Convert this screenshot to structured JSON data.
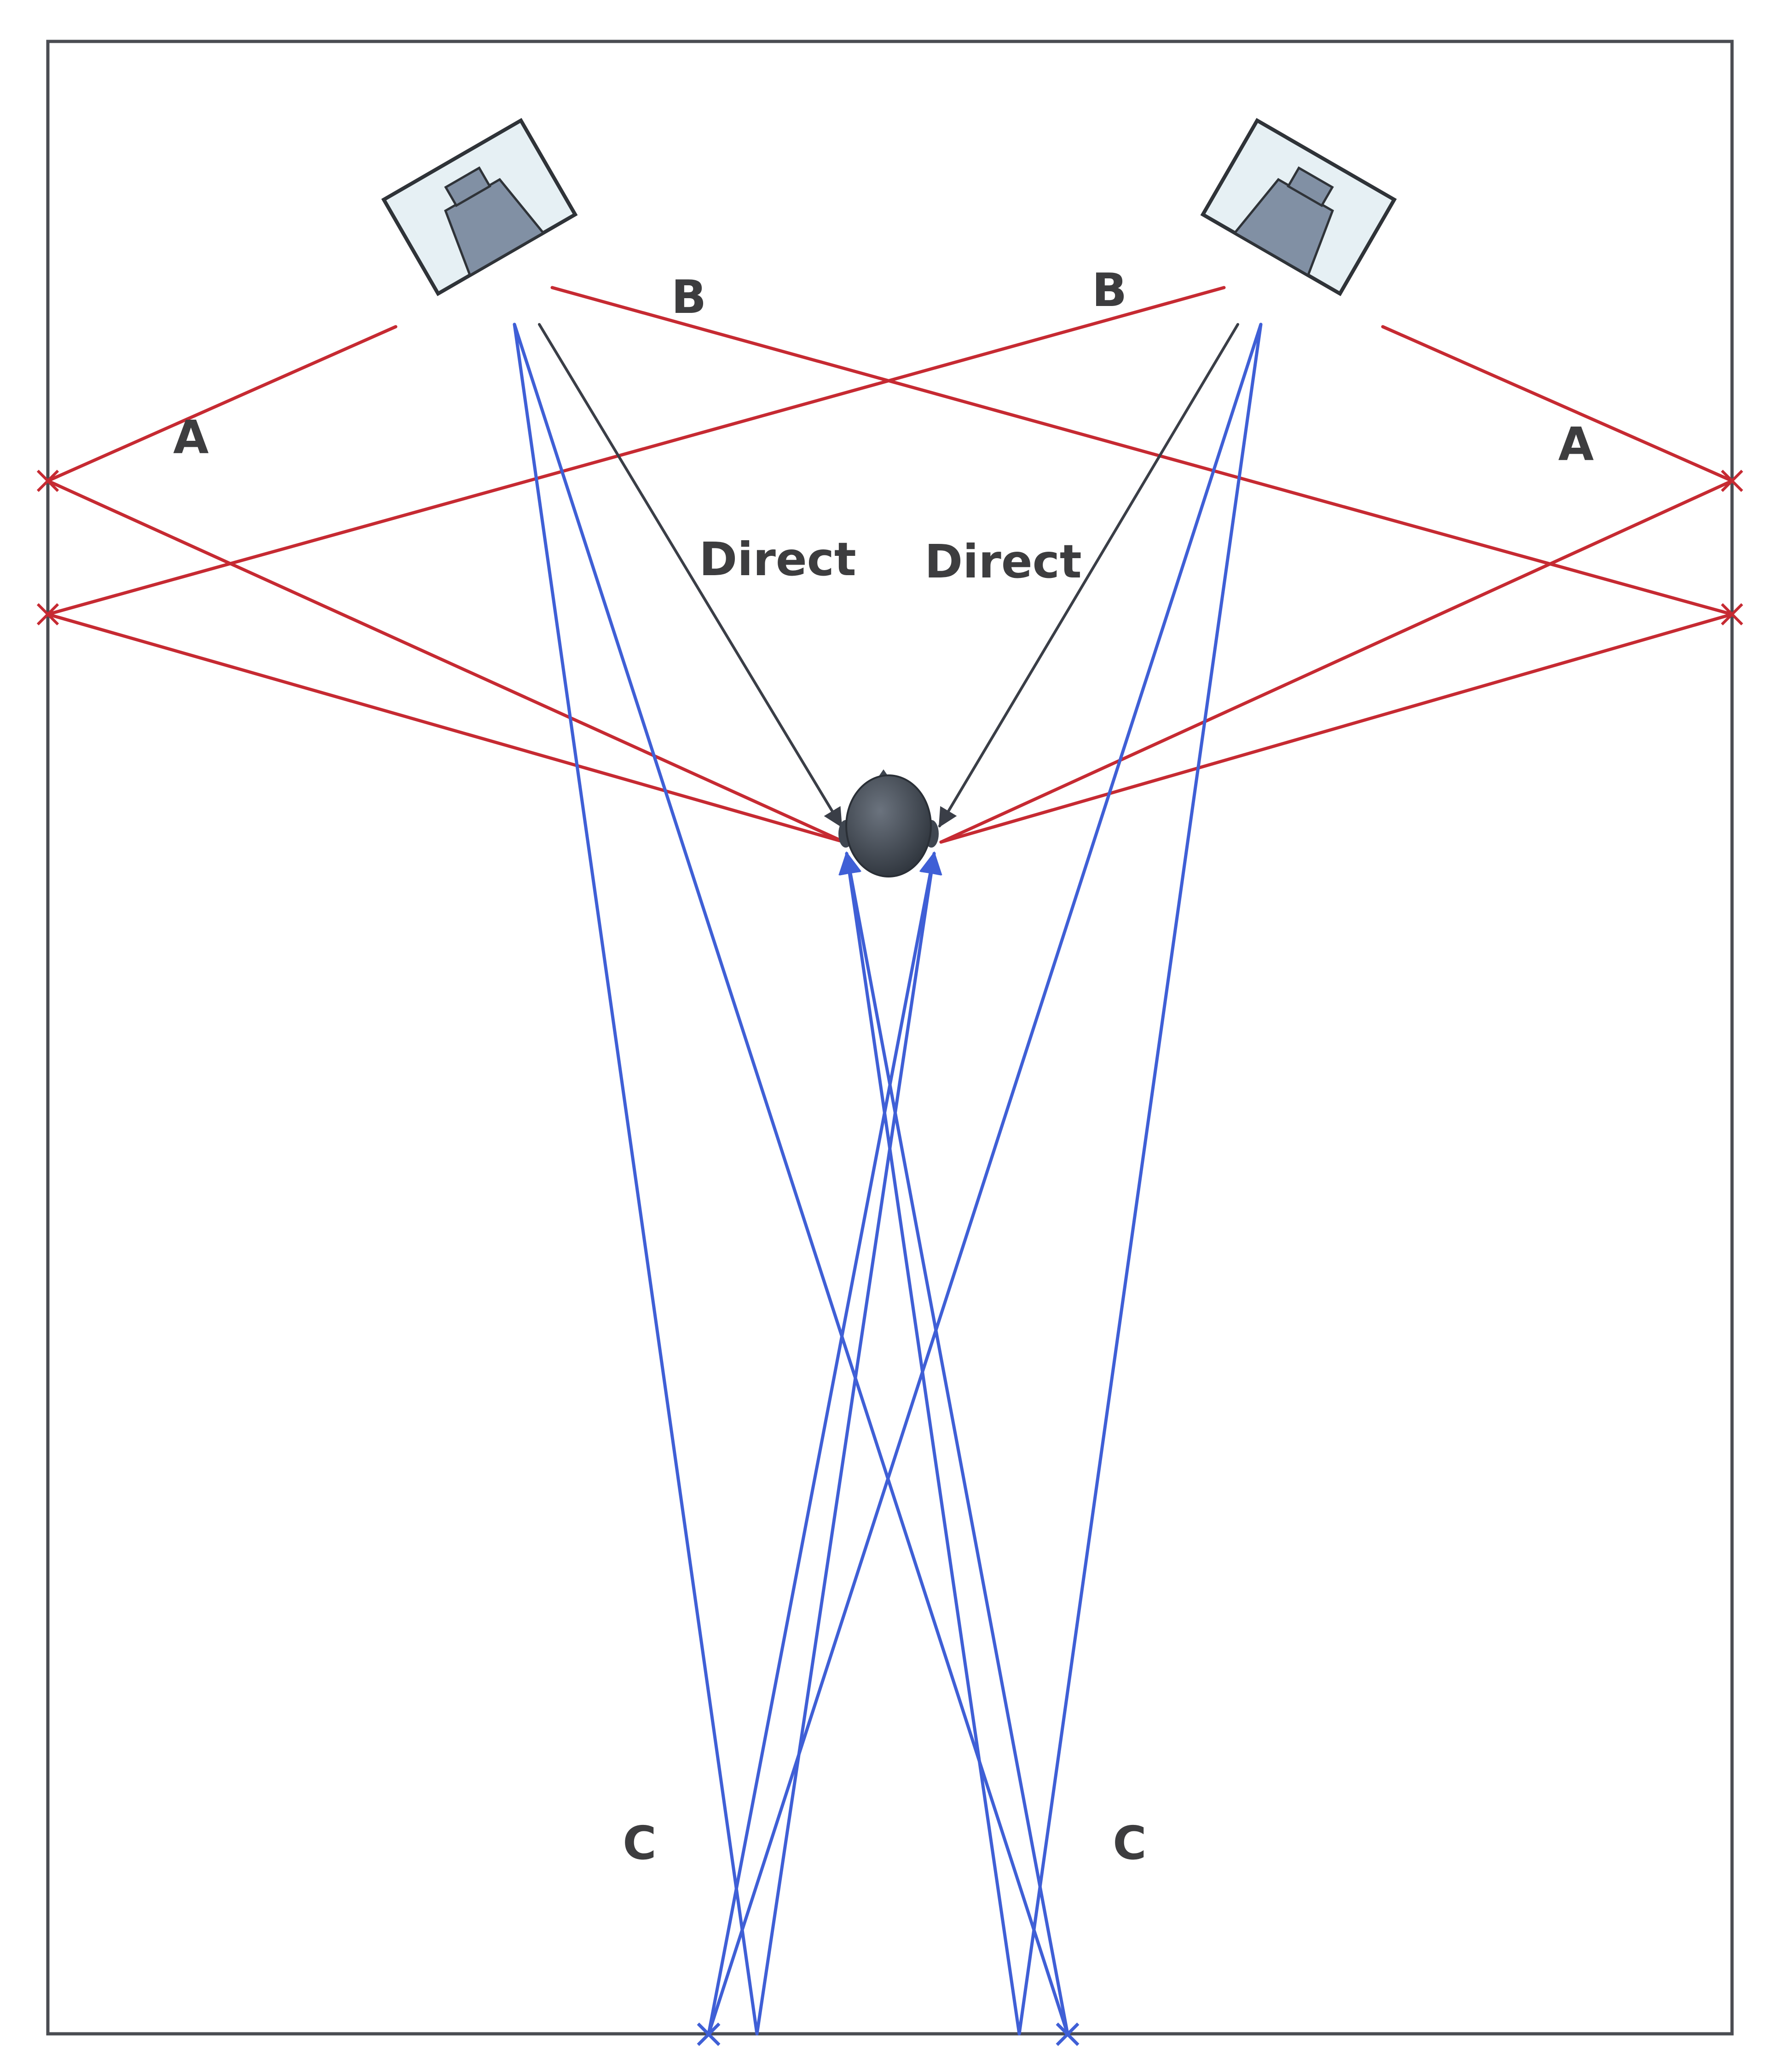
{
  "labels": {
    "reflection_a": "A",
    "reflection_b": "B",
    "reflection_c": "C",
    "direct": "Direct"
  },
  "colors": {
    "side_wall_reflection": "#c62a32",
    "rear_wall_reflection": "#3f5fd6",
    "direct_path": "#3a3e47",
    "room_outline": "#4a4c52",
    "speaker_cabinet": "#e6f0f4",
    "speaker_driver": "#8190a4",
    "listener_head": "#3f4650"
  },
  "icons": {
    "speaker_left": "speaker-icon",
    "speaker_right": "speaker-icon",
    "listener": "listener-head-icon"
  }
}
